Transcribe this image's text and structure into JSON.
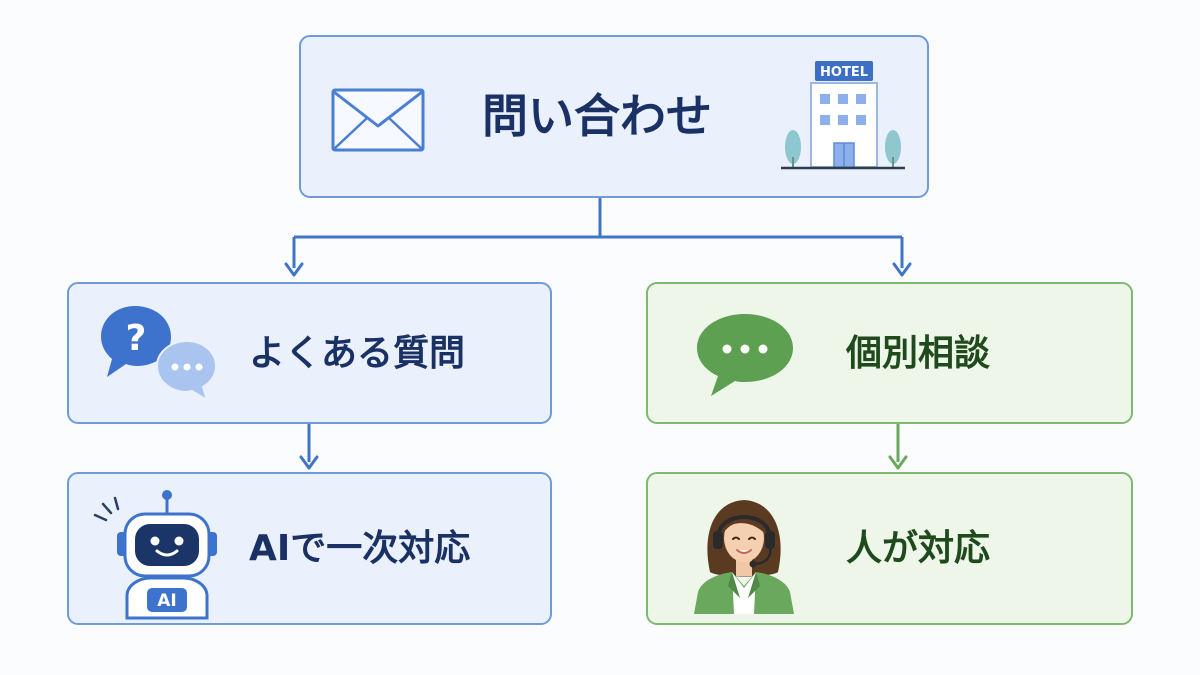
{
  "top": {
    "label": "問い合わせ",
    "hotel_sign": "HOTEL"
  },
  "left": {
    "faq_label": "よくある質問",
    "ai_label": "AIで一次対応",
    "robot_badge": "AI",
    "faq_bubble_mark": "?"
  },
  "right": {
    "consult_label": "個別相談",
    "human_label": "人が対応"
  },
  "colors": {
    "blue_accent": "#4a7fd1",
    "blue_fill": "#eaf1fc",
    "blue_text": "#1a3166",
    "green_accent": "#6aa85e",
    "green_fill": "#eef6ea",
    "green_text": "#1f4a1c"
  }
}
